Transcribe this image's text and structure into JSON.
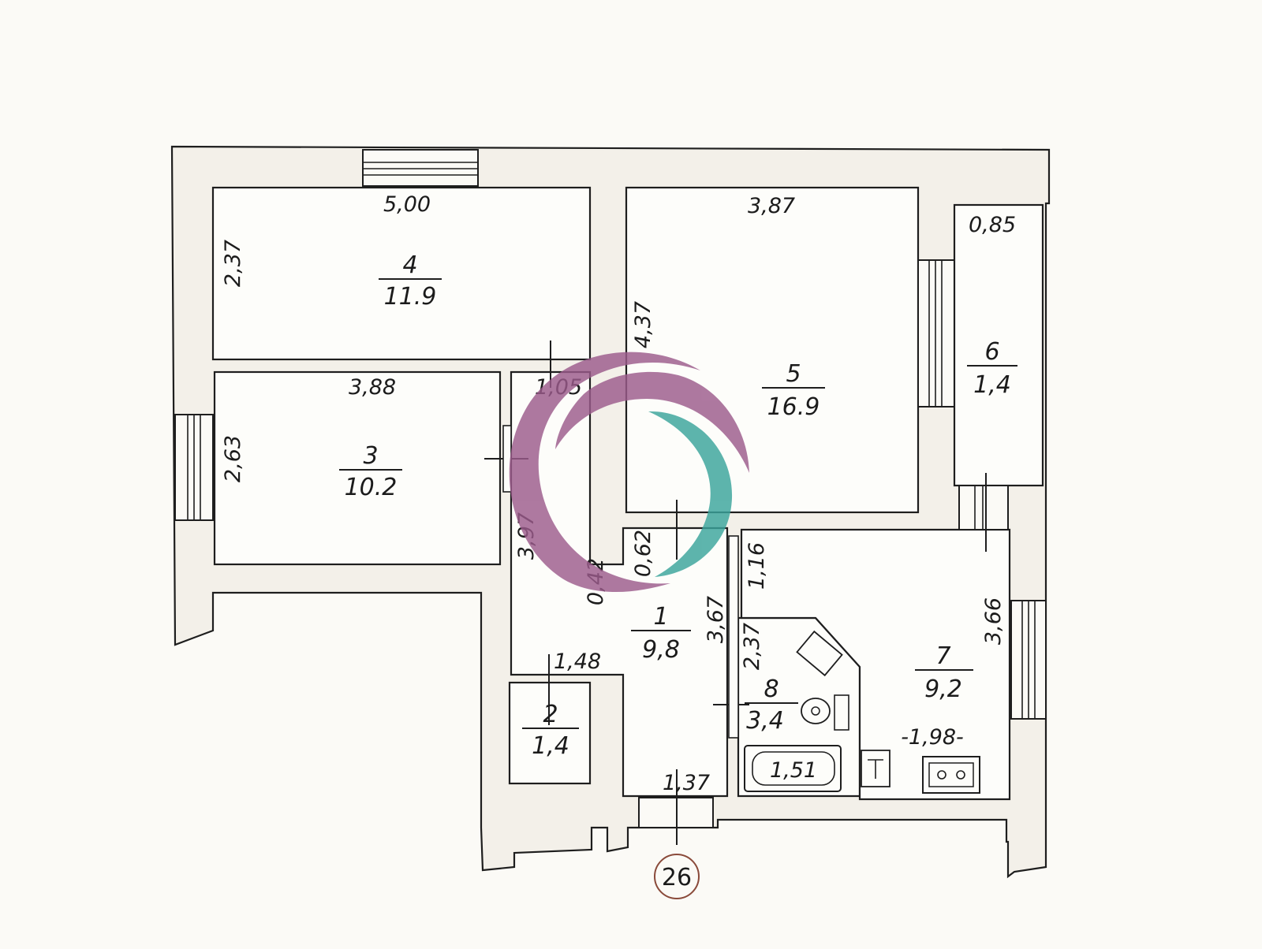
{
  "plan": {
    "unit_number": "26",
    "rooms": [
      {
        "id": "1",
        "number": "1",
        "area": "9,8"
      },
      {
        "id": "2",
        "number": "2",
        "area": "1,4"
      },
      {
        "id": "3",
        "number": "3",
        "area": "10.2"
      },
      {
        "id": "4",
        "number": "4",
        "area": "11.9"
      },
      {
        "id": "5",
        "number": "5",
        "area": "16.9"
      },
      {
        "id": "6",
        "number": "6",
        "area": "1,4"
      },
      {
        "id": "7",
        "number": "7",
        "area": "9,2"
      },
      {
        "id": "8",
        "number": "8",
        "area": "3,4"
      }
    ],
    "dimensions": {
      "room4_width": "5,00",
      "room4_depth": "2,37",
      "room5_width": "3,87",
      "room5_depth": "4,37",
      "room6_width": "0,85",
      "room3_width": "3,88",
      "room3_depth": "2,63",
      "hall_upper_width": "1,05",
      "hall_depth": "3,97",
      "hall_niche_width": "0,42",
      "hall_niche_depth": "0,62",
      "room1_depth": "3,67",
      "room2_width": "1,48",
      "hall_lower_width": "1,37",
      "room7_upper": "1,16",
      "room7_depth": "3,66",
      "room8_depth": "2,37",
      "bath_length": "1,51",
      "room7_width": "-1,98-"
    }
  },
  "watermark": {
    "color_outer": "#9c5b8c",
    "color_inner": "#3aa59c",
    "icon": "crescent-logo-icon"
  }
}
